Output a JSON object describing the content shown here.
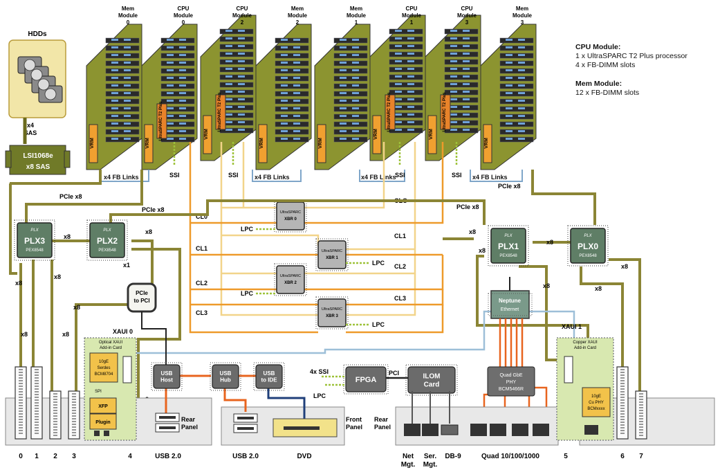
{
  "legend": {
    "cpu_title": "CPU Module:",
    "cpu_lines": [
      "1 x UltraSPARC T2 Plus processor",
      "4 x FB-DIMM slots"
    ],
    "mem_title": "Mem Module:",
    "mem_lines": [
      "12 x FB-DIMM slots"
    ]
  },
  "modules": [
    {
      "label": [
        "Mem",
        "Module",
        "0"
      ]
    },
    {
      "label": [
        "CPU",
        "Module",
        "0"
      ]
    },
    {
      "label": [
        "CPU",
        "Module",
        "2"
      ]
    },
    {
      "label": [
        "Mem",
        "Module",
        "2"
      ]
    },
    {
      "label": [
        "Mem",
        "Module",
        "1"
      ]
    },
    {
      "label": [
        "CPU",
        "Module",
        "1"
      ]
    },
    {
      "label": [
        "CPU",
        "Module",
        "3"
      ]
    },
    {
      "label": [
        "Mem",
        "Module",
        "3"
      ]
    }
  ],
  "vrm_label": "VRM",
  "cpu_chip_label": "UltraSPARC T2 Plus",
  "fb_links": [
    "x4 FB Links",
    "x4 FB Links",
    "x4 FB Links",
    "x4 FB Links"
  ],
  "ssi_labels": [
    "SSI",
    "SSI",
    "SSI",
    "SSI"
  ],
  "hdd": {
    "title": "HDDs",
    "link": [
      "x4",
      "SAS"
    ]
  },
  "lsi": {
    "line1": "LSI1068e",
    "line2": "x8 SAS"
  },
  "plx_brand": "PLX",
  "plx_part": "PEX8548",
  "plx": [
    "PLX3",
    "PLX2",
    "PLX1",
    "PLX0"
  ],
  "xbr": [
    {
      "top": "UltraSPARC",
      "name": "XBR 0"
    },
    {
      "top": "UltraSPARC",
      "name": "XBR 1"
    },
    {
      "top": "UltraSPARC",
      "name": "XBR 2"
    },
    {
      "top": "UltraSPARC",
      "name": "XBR 3"
    }
  ],
  "cl_left": [
    "CL0",
    "CL1",
    "CL2",
    "CL3"
  ],
  "cl_right": [
    "CLO",
    "CL1",
    "CL2",
    "CL3"
  ],
  "lpc": "LPC",
  "links": {
    "pcie_x8": "PCIe x8",
    "x8": "x8",
    "x1": "x1",
    "xaui0": "XAUI 0",
    "xaui1": "XAUI 1",
    "ssi4": "4x SSI",
    "pci": "PCI",
    "lpc": "LPC"
  },
  "pcie_to_pci": [
    "PCIe",
    "to PCI"
  ],
  "neptune": [
    "Neptune",
    "Ethernet"
  ],
  "usb_host": [
    "USB",
    "Host"
  ],
  "usb_hub": [
    "USB",
    "Hub"
  ],
  "usb_ide": [
    "USB",
    "to IDE"
  ],
  "fpga": "FPGA",
  "ilom": [
    "ILOM",
    "Card"
  ],
  "quad_phy": [
    "Quad GbE",
    "PHY",
    "BCM5466R"
  ],
  "xaui_card0": {
    "title": [
      "Optical XAUI",
      "Add-in Card"
    ],
    "chip": [
      "10gE",
      "Serdes",
      "BCM8704"
    ],
    "sfp": "XFP",
    "plugin": "Plugin",
    "spi": "SPI"
  },
  "xaui_card1": {
    "title": [
      "Copper XAUI",
      "Add-in Card"
    ],
    "chip": [
      "10gE",
      "Cu PHY",
      "BCMxxxx"
    ]
  },
  "panels": {
    "rear_a": [
      "Rear",
      "Panel"
    ],
    "front": [
      "Front",
      "Panel"
    ],
    "rear_b": [
      "Rear",
      "Panel"
    ]
  },
  "bottom_labels": [
    "0",
    "1",
    "2",
    "3",
    "4",
    "USB 2.0",
    "USB 2.0",
    "DVD",
    "Net",
    "Mgt.",
    "Ser.",
    "Mgt.",
    "DB-9",
    "Quad 10/100/1000",
    "5",
    "6",
    "7"
  ]
}
